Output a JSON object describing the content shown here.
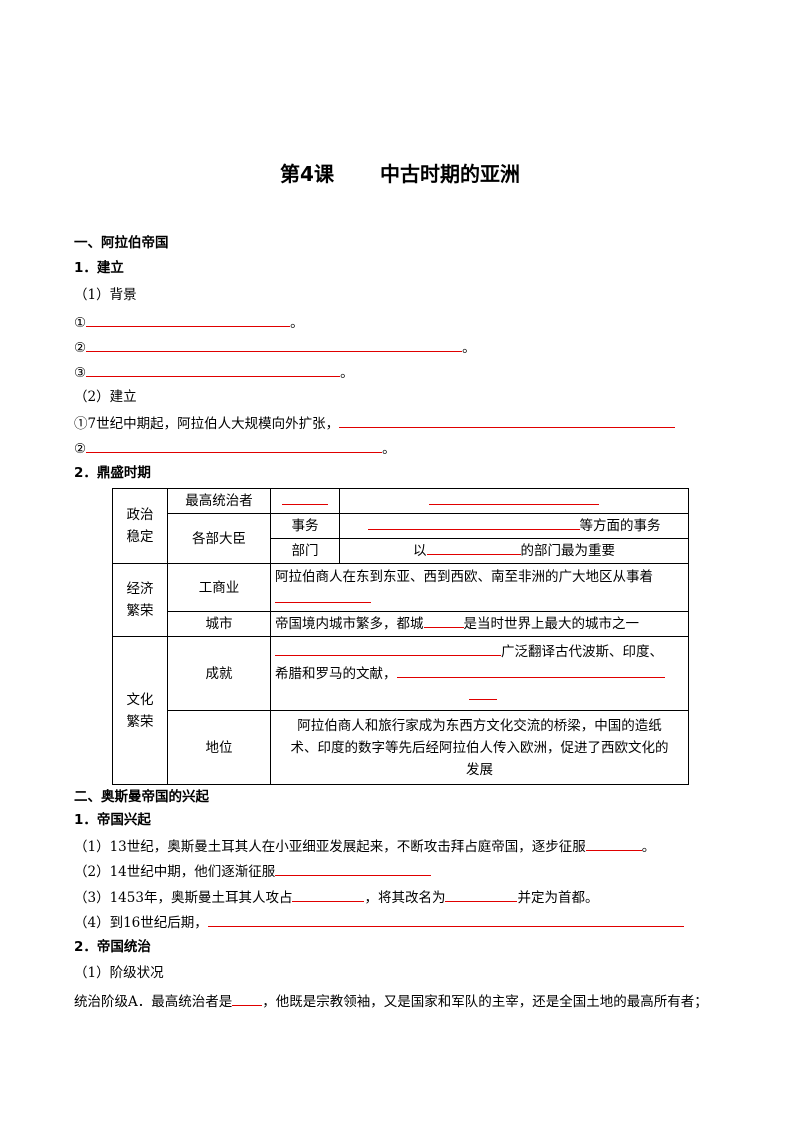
{
  "title": {
    "lesson": "第4课",
    "topic": "中古时期的亚洲"
  },
  "s1": {
    "heading": "一、阿拉伯帝国",
    "sub1": "1．建立",
    "bg_label": "（1）背景",
    "bg_marks": [
      "①",
      "②",
      "③"
    ],
    "period": "。",
    "est_label": "（2）建立",
    "est1": "①7世纪中期起，阿拉伯人大规模向外扩张，",
    "est2_mark": "②",
    "sub2": "2．鼎盛时期"
  },
  "table": {
    "politics": "政治稳定",
    "ruler": "最高统治者",
    "ministers": "各部大臣",
    "affairs": "事务",
    "affairs_suffix": "等方面的事务",
    "dept": "部门",
    "dept_prefix": "以",
    "dept_suffix": "的部门最为重要",
    "economy": "经济繁荣",
    "commerce": "工商业",
    "commerce_text": "阿拉伯商人在东到东亚、西到西欧、南至非洲的广大地区从事着",
    "city": "城市",
    "city_prefix": "帝国境内城市繁多，都城",
    "city_suffix": "是当时世界上最大的城市之一",
    "culture": "文化繁荣",
    "achieve": "成就",
    "achieve_suffix": "广泛翻译古代波斯、印度、",
    "achieve_line2": "希腊和罗马的文献，",
    "status": "地位",
    "status_l1": "阿拉伯商人和旅行家成为东西方文化交流的桥梁，中国的造纸",
    "status_l2": "术、印度的数字等先后经阿拉伯人传入欧洲，促进了西欧文化的",
    "status_l3": "发展"
  },
  "s2": {
    "heading": "二、奥斯曼帝国的兴起",
    "sub1": "1．帝国兴起",
    "p1": "（1）13世纪，奥斯曼土耳其人在小亚细亚发展起来，不断攻击拜占庭帝国，逐步征服",
    "p1_end": "。",
    "p2": "（2）14世纪中期，他们逐渐征服",
    "p3a": "（3）1453年，奥斯曼土耳其人攻占",
    "p3b": "，将其改名为",
    "p3c": "并定为首都。",
    "p4": "（4）到16世纪后期，",
    "sub2": "2．帝国统治",
    "class_label": "（1）阶级状况",
    "ruling_a": "统治阶级A．最高统治者是",
    "ruling_b": "，他既是宗教领袖，又是国家和军队的主宰，还是全国土地的最高所有者；"
  }
}
